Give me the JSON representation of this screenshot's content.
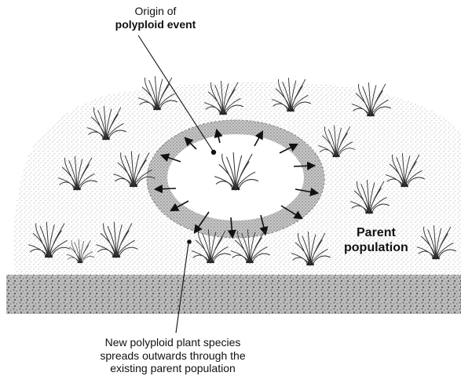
{
  "labels": {
    "origin_line1": "Origin of",
    "origin_line2": "polyploid event",
    "parent_line1": "Parent",
    "parent_line2": "population",
    "new_line1": "New polyploid plant species",
    "new_line2": "spreads outwards through the",
    "new_line3": "existing parent population"
  },
  "colors": {
    "ink": "#111111",
    "field_stipple": "#9a9a9a",
    "ground_band": "#7d7d7d",
    "ring_shade": "#8f8f8f"
  },
  "icons": [
    "grass-tuft-icon",
    "arrow-outward-icon"
  ]
}
